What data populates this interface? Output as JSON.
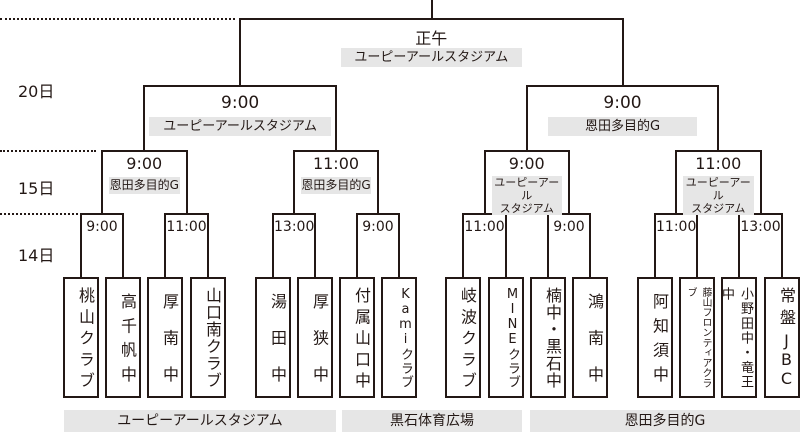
{
  "days": {
    "d20": "20日",
    "d15": "15日",
    "d14": "14日"
  },
  "final": {
    "time": "正午",
    "venue": "ユーピーアールスタジアム"
  },
  "semis": [
    {
      "time": "9:00",
      "venue": "ユーピーアールスタジアム"
    },
    {
      "time": "9:00",
      "venue": "恩田多目的G"
    }
  ],
  "quarters": [
    {
      "time": "9:00",
      "venue": "恩田多目的G"
    },
    {
      "time": "11:00",
      "venue": "恩田多目的G"
    },
    {
      "time": "9:00",
      "venue": "ユーピーアール\nスタジアム"
    },
    {
      "time": "11:00",
      "venue": "ユーピーアール\nスタジアム"
    }
  ],
  "round1": [
    {
      "time": "9:00"
    },
    {
      "time": "11:00"
    },
    {
      "time": "13:00"
    },
    {
      "time": "9:00"
    },
    {
      "time": "11:00"
    },
    {
      "time": "9:00"
    },
    {
      "time": "11:00"
    },
    {
      "time": "13:00"
    }
  ],
  "teams": [
    "桃山クラブ",
    "高千帆中",
    "厚南中",
    "山口南クラブ",
    "湯田中",
    "厚狭中",
    "付属山口中",
    "Kamiクラブ",
    "岐波クラブ",
    "MINEクラブ",
    "楠中・黒石中",
    "鴻南中",
    "阿知須中",
    "藤山フロンティアクラブ",
    "小野田中・竜王中",
    "常盤JBC"
  ],
  "venues_bottom": [
    "ユーピーアールスタジアム",
    "黒石体育広場",
    "恩田多目的G"
  ]
}
